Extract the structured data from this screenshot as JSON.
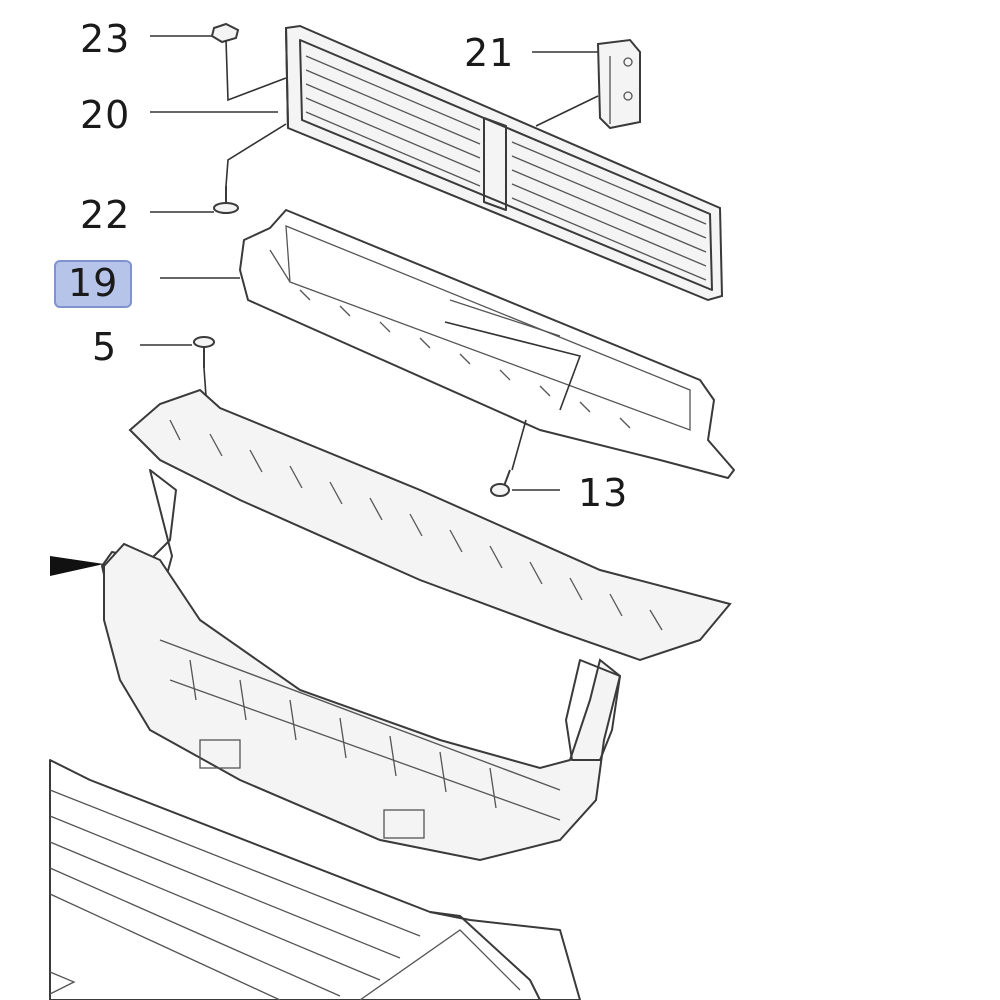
{
  "diagram": {
    "callouts": [
      {
        "id": "23",
        "label": "23",
        "highlighted": false
      },
      {
        "id": "20",
        "label": "20",
        "highlighted": false
      },
      {
        "id": "22",
        "label": "22",
        "highlighted": false
      },
      {
        "id": "19",
        "label": "19",
        "highlighted": true
      },
      {
        "id": "5",
        "label": "5",
        "highlighted": false
      },
      {
        "id": "21",
        "label": "21",
        "highlighted": false
      },
      {
        "id": "13",
        "label": "13",
        "highlighted": false
      }
    ],
    "colors": {
      "line": "#3a3a3a",
      "highlight_fill": "#b7c4ea",
      "highlight_border": "#7f93cf",
      "text": "#1a1a1a"
    }
  }
}
